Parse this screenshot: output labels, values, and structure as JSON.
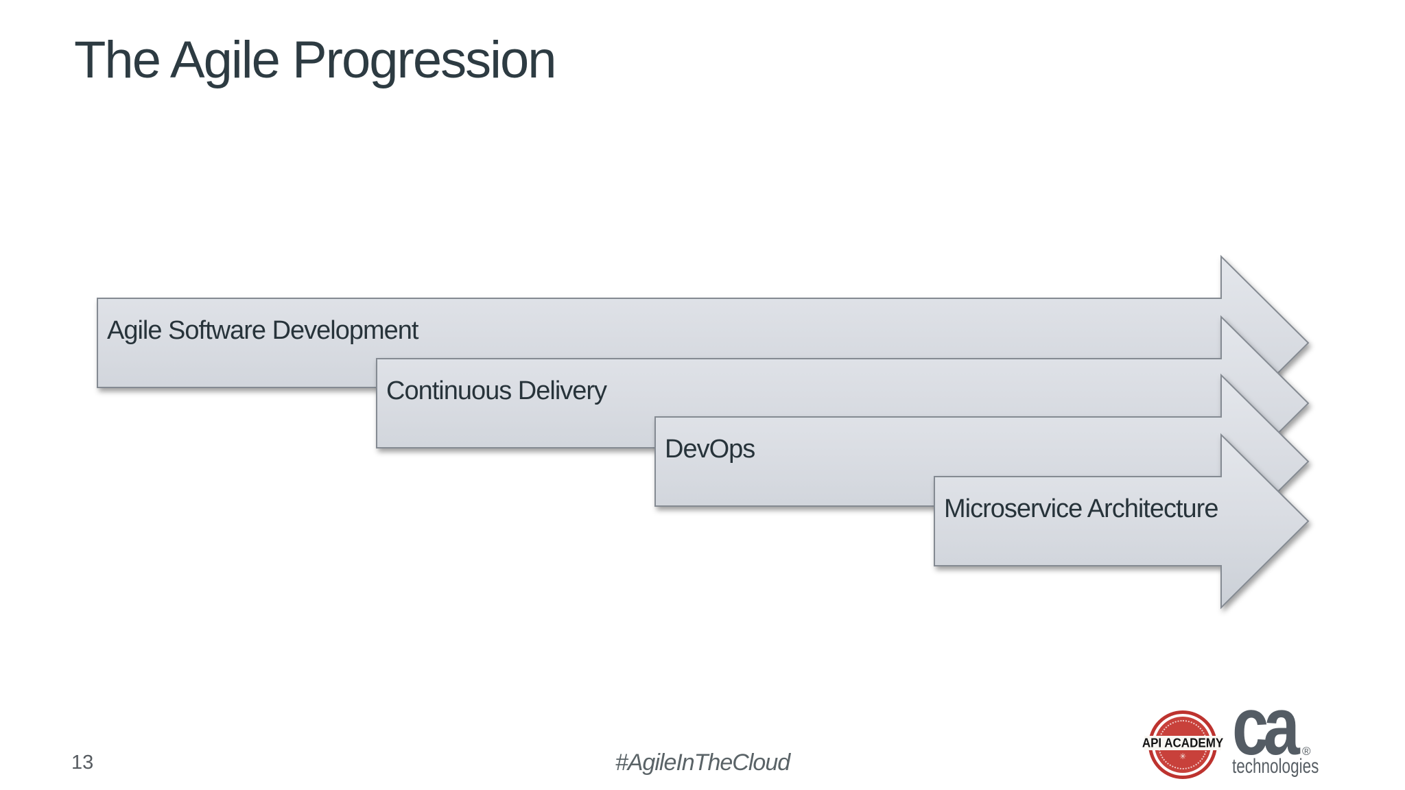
{
  "slide": {
    "title": "The Agile Progression",
    "page_number": "13",
    "hashtag": "#AgileInTheCloud"
  },
  "progression": {
    "type": "staggered-arrow-diagram",
    "direction": "right",
    "items": [
      {
        "label": "Agile Software Development"
      },
      {
        "label": "Continuous Delivery"
      },
      {
        "label": "DevOps"
      },
      {
        "label": "Microservice Architecture"
      }
    ],
    "arrow_fill_top": "#e2e5ea",
    "arrow_fill_bottom": "#ccd1d8",
    "arrow_border_color": "#848a92",
    "label_color": "#27333a"
  },
  "branding": {
    "api_academy": {
      "label": "API ACADEMY",
      "star": "✳",
      "red": "#bd332f"
    },
    "ca_technologies": {
      "wordmark": "ca",
      "registered": "®",
      "subtext": "technologies",
      "color": "#545c64"
    }
  }
}
